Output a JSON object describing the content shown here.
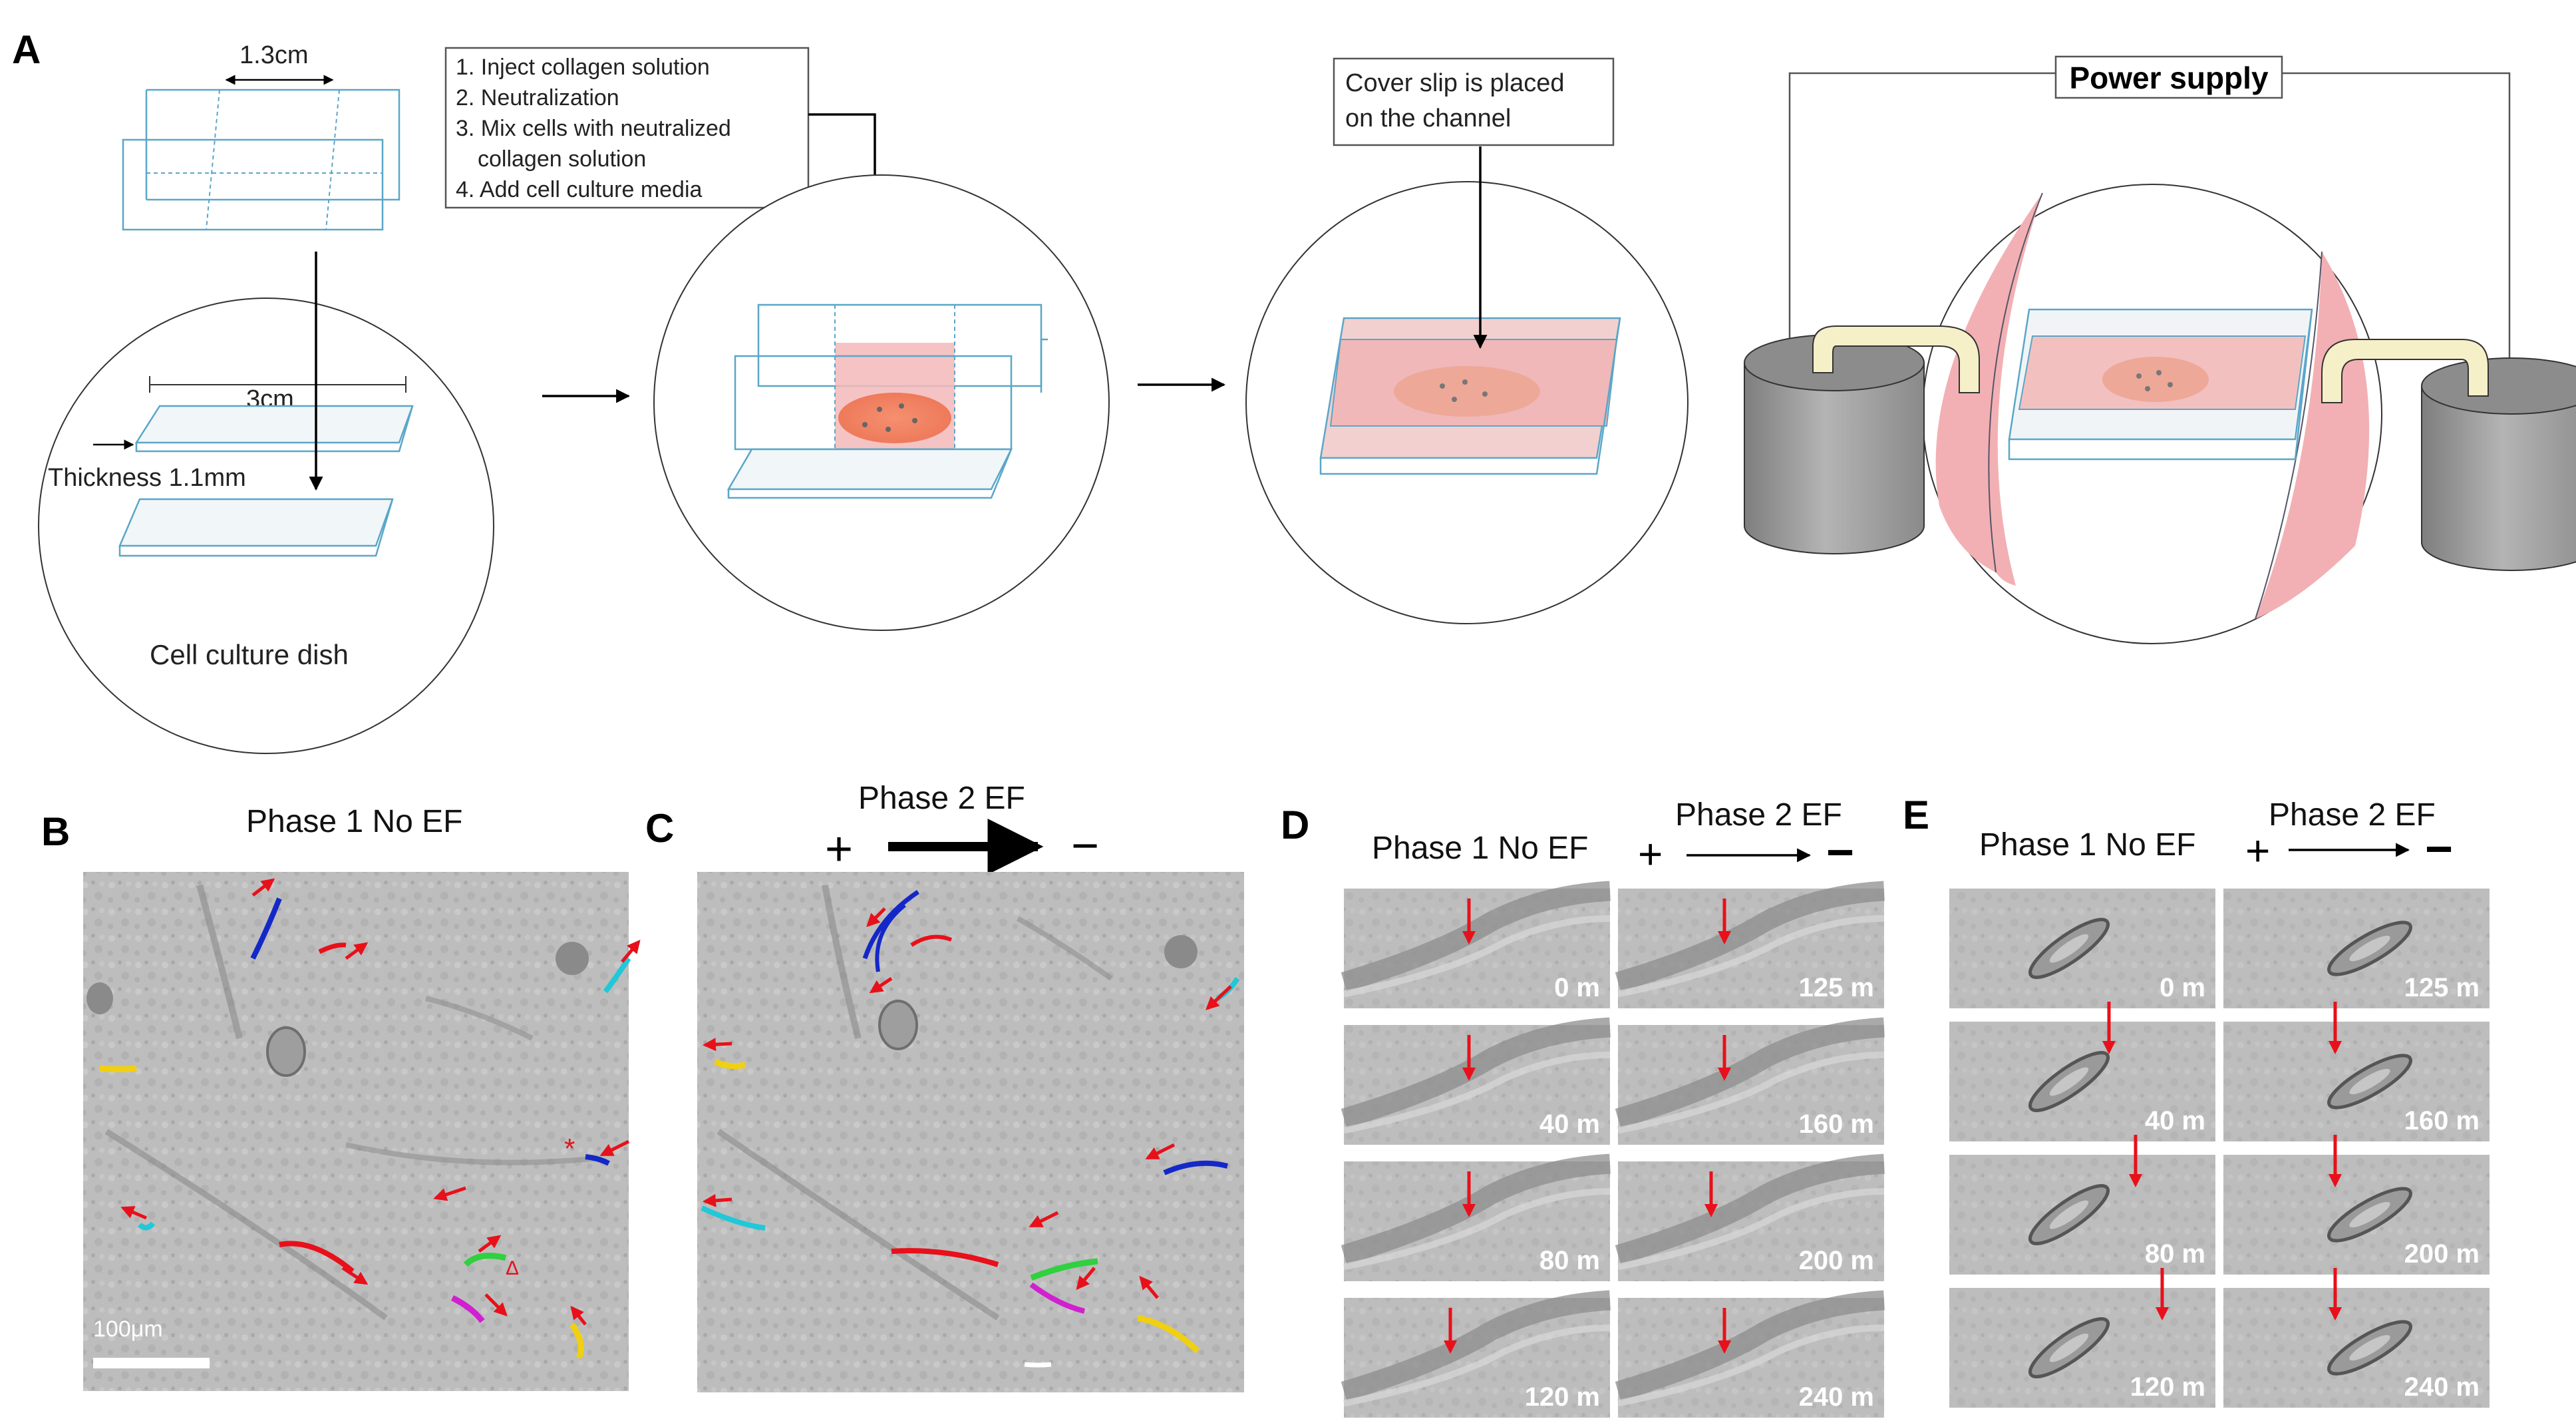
{
  "panel_labels": {
    "A": "A",
    "B": "B",
    "C": "C",
    "D": "D",
    "E": "E"
  },
  "panel_a": {
    "width_label": "1.3cm",
    "length_label": "3cm",
    "thickness_label": "Thickness 1.1mm",
    "dish_label": "Cell culture dish",
    "steps": [
      "1. Inject collagen solution",
      "2. Neutralization",
      "3. Mix cells with neutralized",
      "collagen solution",
      "4. Add cell culture media"
    ],
    "coverslip_text": [
      "Cover slip is placed",
      "on the channel"
    ],
    "power_supply": "Power supply"
  },
  "panel_b": {
    "title": "Phase 1 No EF",
    "scale_bar": "100μm",
    "star": "*",
    "delta": "Δ"
  },
  "panel_c": {
    "title": "Phase 2 EF",
    "plus": "+",
    "minus": "−"
  },
  "panel_d": {
    "phase1": "Phase 1 No EF",
    "phase2": "Phase 2 EF",
    "plus": "+",
    "minus": "−",
    "left_times": [
      "0 m",
      "40 m",
      "80 m",
      "120 m"
    ],
    "right_times": [
      "125 m",
      "160 m",
      "200 m",
      "240 m"
    ]
  },
  "panel_e": {
    "phase1": "Phase 1 No EF",
    "phase2": "Phase 2 EF",
    "plus": "+",
    "minus": "−",
    "left_times": [
      "0 m",
      "40 m",
      "80 m",
      "120 m"
    ],
    "right_times": [
      "125 m",
      "160 m",
      "200 m",
      "240 m"
    ]
  },
  "colors": {
    "channel": "#5aa6c8",
    "collagen": "#f3b8b8",
    "cells": "#f08060",
    "tube": "#f5f0c8",
    "reservoir": "#9a9a9a",
    "arrow": "#e8101a",
    "track_blue": "#1428c8",
    "track_red": "#e8101a",
    "track_cyan": "#20c8d8",
    "track_yellow": "#f0d010",
    "track_green": "#30d040",
    "track_magenta": "#d020d0"
  }
}
